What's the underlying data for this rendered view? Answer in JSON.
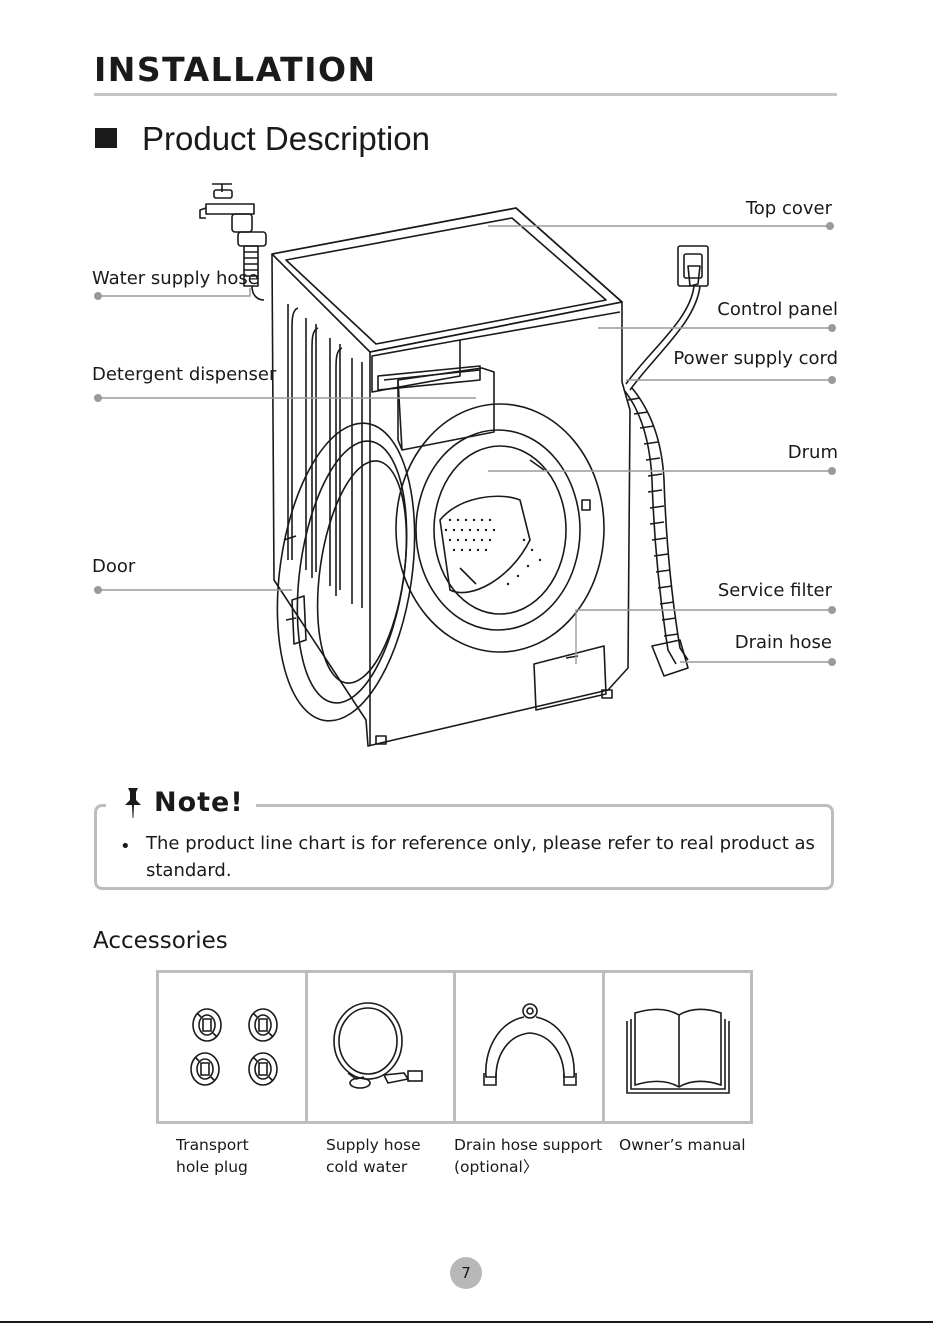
{
  "header": {
    "title": "INSTALLATION"
  },
  "section": {
    "title": "Product Description"
  },
  "diagram": {
    "labels": {
      "water_supply_hose": "Water supply hose",
      "detergent_dispenser": "Detergent dispenser",
      "door": "Door",
      "top_cover": "Top cover",
      "control_panel": "Control panel",
      "power_supply_cord": "Power supply cord",
      "drum": "Drum",
      "service_filter": "Service filter",
      "drain_hose": "Drain hose"
    }
  },
  "note": {
    "title": "Note!",
    "bullet": "•",
    "text": "The product line chart is for reference only, please refer to real product as standard."
  },
  "accessories": {
    "title": "Accessories",
    "items": [
      {
        "line1": "Transport",
        "line2": "hole plug"
      },
      {
        "line1": "Supply hose",
        "line2": "cold water"
      },
      {
        "line1": "Drain hose support",
        "line2": "(optional〉"
      },
      {
        "line1": "Owner’s manual",
        "line2": ""
      }
    ]
  },
  "footer": {
    "page_number": "7"
  },
  "colors": {
    "text": "#1a1a1a",
    "rule": "#c4c4c4",
    "leader": "#999999",
    "badge": "#b8b8b8"
  }
}
